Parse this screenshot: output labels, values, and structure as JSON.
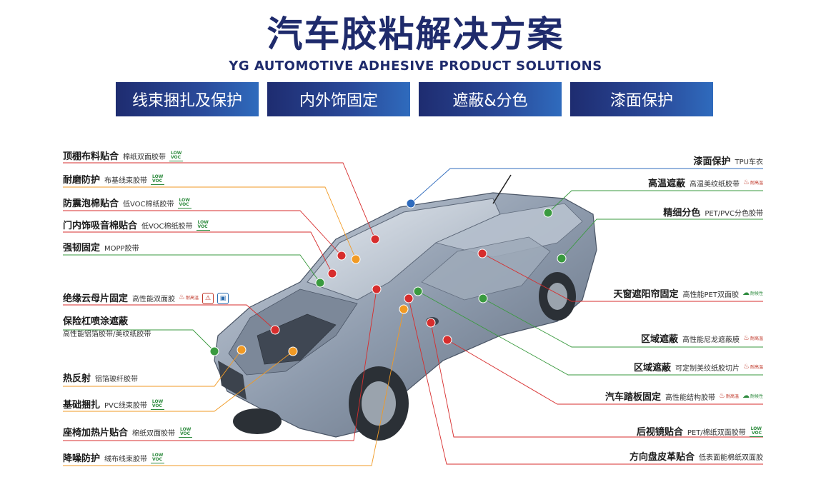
{
  "header": {
    "title": "汽车胶粘解决方案",
    "subtitle": "YG AUTOMOTIVE ADHESIVE PRODUCT SOLUTIONS"
  },
  "tabs": [
    {
      "label": "线束捆扎及保护"
    },
    {
      "label": "内外饰固定"
    },
    {
      "label": "遮蔽&分色"
    },
    {
      "label": "漆面保护"
    }
  ],
  "colors": {
    "red": "#d72d2d",
    "orange": "#f19a24",
    "green": "#3a9a3f",
    "blue": "#2f6bbd",
    "navy": "#1f2b6c"
  },
  "badges": {
    "low_top": "LOW",
    "low_bottom": "VOC",
    "heat": "耐高温",
    "env": "耐候性"
  },
  "left_labels": [
    {
      "title": "顶棚布料贴合",
      "product": "棉纸双面胶带",
      "badge": "low"
    },
    {
      "title": "耐磨防护",
      "product": "布基线束胶带",
      "badge": "low"
    },
    {
      "title": "防震泡棉贴合",
      "product": "低VOC棉纸胶带",
      "badge": "low"
    },
    {
      "title": "门内饰吸音棉贴合",
      "product": "低VOC棉纸胶带",
      "badge": "low"
    },
    {
      "title": "强韧固定",
      "product": "MOPP胶带",
      "badge": ""
    },
    {
      "title": "绝缘云母片固定",
      "product": "高性能双面胶",
      "badge": "heat"
    },
    {
      "title": "保险杠喷涂遮蔽",
      "product": "高性能铝箔胶带/美纹纸胶带",
      "badge": ""
    },
    {
      "title": "热反射",
      "product": "铝箔玻纤胶带",
      "badge": ""
    },
    {
      "title": "基础捆扎",
      "product": "PVC线束胶带",
      "badge": "low"
    },
    {
      "title": "座椅加热片贴合",
      "product": "棉纸双面胶带",
      "badge": "low"
    },
    {
      "title": "降噪防护",
      "product": "绒布线束胶带",
      "badge": "low"
    }
  ],
  "right_labels": [
    {
      "title": "漆面保护",
      "product": "TPU车衣",
      "badge": ""
    },
    {
      "title": "高温遮蔽",
      "product": "高温美纹纸胶带",
      "badge": "heat"
    },
    {
      "title": "精细分色",
      "product": "PET/PVC分色胶带",
      "badge": ""
    },
    {
      "title": "天窗遮阳帘固定",
      "product": "高性能PET双面胶",
      "badge": "env"
    },
    {
      "title": "区域遮蔽",
      "product": "高性能尼龙遮蔽膜",
      "badge": "heat"
    },
    {
      "title": "区域遮蔽",
      "product": "可定制美纹纸胶切片",
      "badge": "heat"
    },
    {
      "title": "汽车踏板固定",
      "product": "高性能结构胶带",
      "badge": "heat+env"
    },
    {
      "title": "后视镜贴合",
      "product": "PET/棉纸双面胶带",
      "badge": "low"
    },
    {
      "title": "方向盘皮革贴合",
      "product": "低表面能棉纸双面胶",
      "badge": ""
    }
  ]
}
